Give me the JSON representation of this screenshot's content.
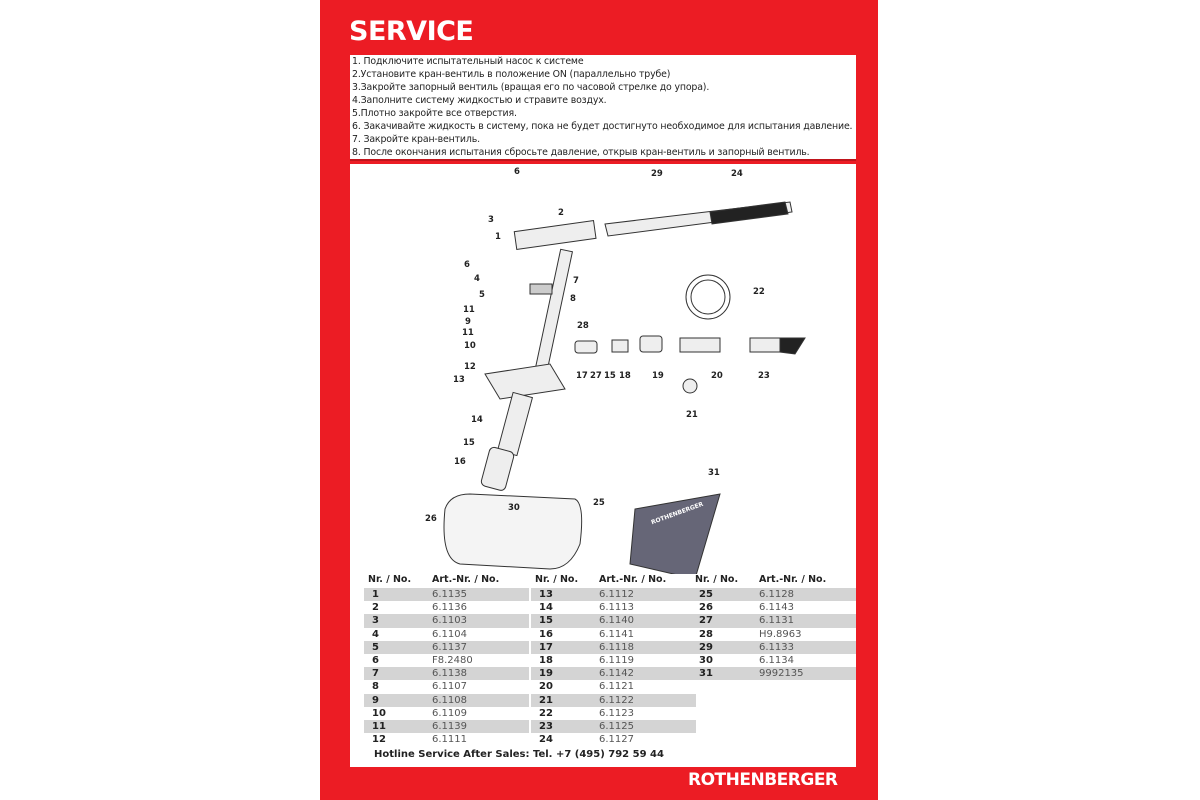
{
  "title": "SERVICE",
  "instructions": [
    "1. Подключите испытательный насос к системе",
    "2.Установите кран-вентиль в положение ON (параллельно трубе)",
    "3.Закройте запорный вентиль (вращая его по часовой стрелке до упора).",
    "4.Заполните систему жидкостью и стравите воздух.",
    "5.Плотно закройте все отверстия.",
    "6. Закачивайте жидкость в систему, пока не будет достигнуто необходимое для испытания давление.",
    "7. Закройте кран-вентиль.",
    "8. После окончания испытания сбросьте давление, открыв кран-вентиль и запорный вентиль."
  ],
  "callouts": [
    "6",
    "2",
    "3",
    "1",
    "29",
    "24",
    "6",
    "4",
    "5",
    "7",
    "8",
    "22",
    "11",
    "9",
    "28",
    "11",
    "10",
    "12",
    "13",
    "17",
    "27",
    "15",
    "18",
    "19",
    "20",
    "23",
    "21",
    "14",
    "15",
    "16",
    "31",
    "25",
    "30",
    "26"
  ],
  "manual_brand": "ROTHENBERGER",
  "table_header": {
    "nr": "Nr. / No.",
    "art": "Art.-Nr. / No."
  },
  "tables": [
    [
      [
        "1",
        "6.1135"
      ],
      [
        "2",
        "6.1136"
      ],
      [
        "3",
        "6.1103"
      ],
      [
        "4",
        "6.1104"
      ],
      [
        "5",
        "6.1137"
      ],
      [
        "6",
        "F8.2480"
      ],
      [
        "7",
        "6.1138"
      ],
      [
        "8",
        "6.1107"
      ],
      [
        "9",
        "6.1108"
      ],
      [
        "10",
        "6.1109"
      ],
      [
        "11",
        "6.1139"
      ],
      [
        "12",
        "6.1111"
      ]
    ],
    [
      [
        "13",
        "6.1112"
      ],
      [
        "14",
        "6.1113"
      ],
      [
        "15",
        "6.1140"
      ],
      [
        "16",
        "6.1141"
      ],
      [
        "17",
        "6.1118"
      ],
      [
        "18",
        "6.1119"
      ],
      [
        "19",
        "6.1142"
      ],
      [
        "20",
        "6.1121"
      ],
      [
        "21",
        "6.1122"
      ],
      [
        "22",
        "6.1123"
      ],
      [
        "23",
        "6.1125"
      ],
      [
        "24",
        "6.1127"
      ]
    ],
    [
      [
        "25",
        "6.1128"
      ],
      [
        "26",
        "6.1143"
      ],
      [
        "27",
        "6.1131"
      ],
      [
        "28",
        "H9.8963"
      ],
      [
        "29",
        "6.1133"
      ],
      [
        "30",
        "6.1134"
      ],
      [
        "31",
        "9992135"
      ]
    ]
  ],
  "hotline": "Hotline Service After Sales:   Tel.  +7 (495) 792 59 44",
  "logo": "ROTHENBERGER",
  "colors": {
    "brand_red": "#ec1c24"
  }
}
